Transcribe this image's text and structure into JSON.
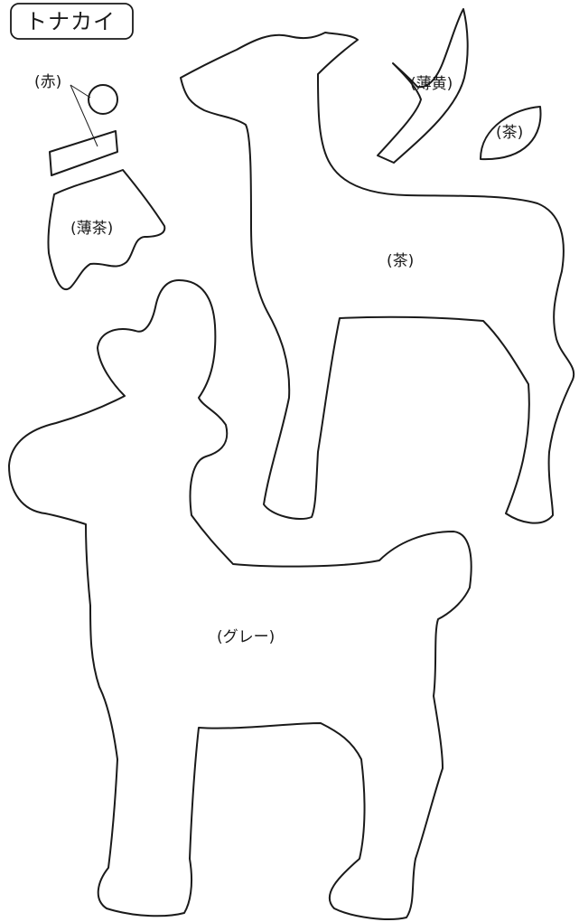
{
  "title": "トナカイ",
  "labels": {
    "red": "(赤)",
    "light_brown": "(薄茶)",
    "light_yellow": "(薄黄)",
    "brown_small": "(茶)",
    "brown_body": "(茶)",
    "gray": "(グレー)"
  },
  "colors": {
    "line": "#1a1a1a",
    "background": "#ffffff"
  }
}
